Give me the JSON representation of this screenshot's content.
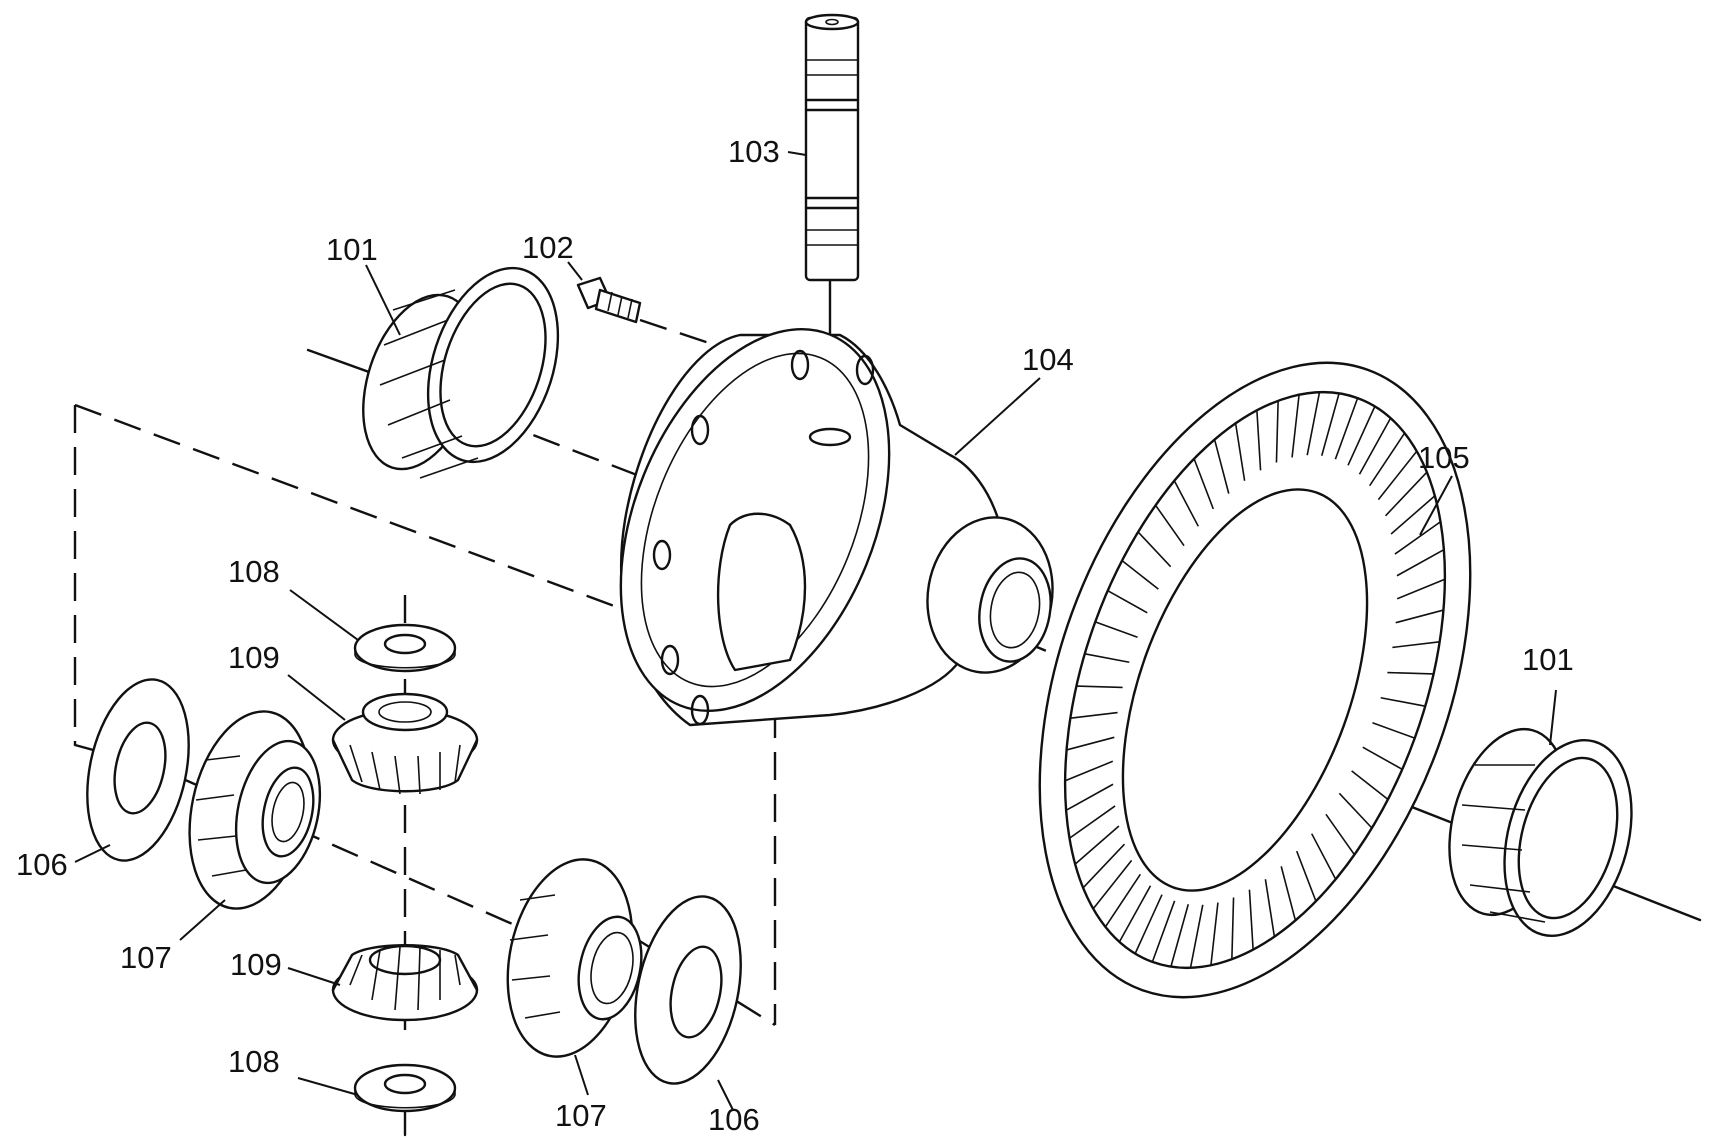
{
  "callouts": {
    "c101a": "101",
    "c102": "102",
    "c103": "103",
    "c104": "104",
    "c105": "105",
    "c101b": "101",
    "c108a": "108",
    "c109a": "109",
    "c106a": "106",
    "c107a": "107",
    "c109b": "109",
    "c108b": "108",
    "c107b": "107",
    "c106b": "106"
  },
  "colors": {
    "line": "#111111",
    "background": "#ffffff"
  }
}
